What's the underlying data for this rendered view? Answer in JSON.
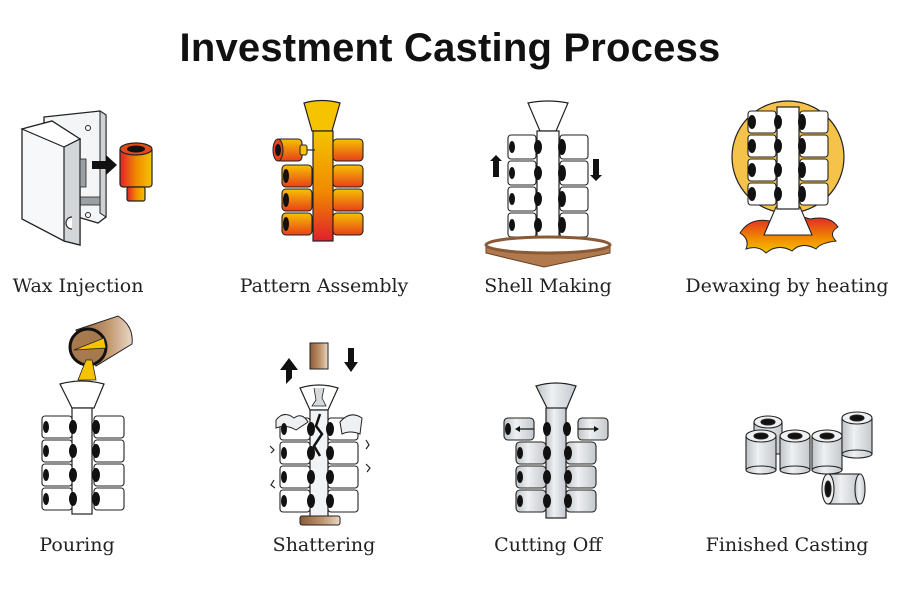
{
  "title": "Investment Casting Process",
  "steps": [
    {
      "label": "Wax Injection",
      "icon": "wax-injection-mold-icon"
    },
    {
      "label": "Pattern Assembly",
      "icon": "pattern-tree-icon"
    },
    {
      "label": "Shell Making",
      "icon": "shell-dipping-icon"
    },
    {
      "label": "Dewaxing by heating",
      "icon": "dewax-heat-icon"
    },
    {
      "label": "Pouring",
      "icon": "pouring-ladle-icon"
    },
    {
      "label": "Shattering",
      "icon": "shell-shatter-icon"
    },
    {
      "label": "Cutting Off",
      "icon": "cut-off-icon"
    },
    {
      "label": "Finished Casting",
      "icon": "finished-parts-icon"
    }
  ],
  "colors": {
    "wax_yellow": "#f5c300",
    "wax_orange": "#f08a00",
    "wax_red": "#e0202a",
    "slurry_brown": "#b07a4e",
    "heat_gold": "#f5c24a",
    "metal_gray": "#d6dadd",
    "outline": "#111111"
  }
}
